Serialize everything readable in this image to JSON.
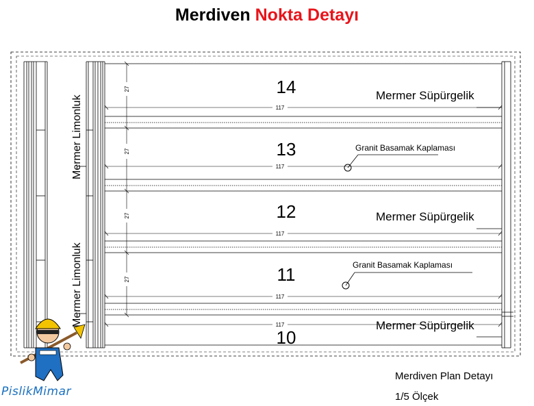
{
  "title": {
    "part1": "Merdiven",
    "part2": "Nokta Detayı"
  },
  "colors": {
    "accent": "#e8141b",
    "line": "#000000",
    "logo": "#1a70c0"
  },
  "steps": [
    {
      "number": "14",
      "dimension_width": "117",
      "dimension_rise": "27"
    },
    {
      "number": "13",
      "dimension_width": "117",
      "dimension_rise": "27"
    },
    {
      "number": "12",
      "dimension_width": "117",
      "dimension_rise": "27"
    },
    {
      "number": "11",
      "dimension_width": "117",
      "dimension_rise": "27"
    },
    {
      "number": "10",
      "dimension_width": "117"
    }
  ],
  "labels": {
    "skirting": "Mermer Süpürgelik",
    "tread_cover": "Granit Basamak Kaplaması",
    "stringer": "Mermer Limonluk"
  },
  "captions": {
    "plan": "Merdiven Plan Detayı",
    "scale": "1/5 Ölçek"
  },
  "logo": {
    "text": "PislikMimar",
    "icon": "worker-mascot-icon"
  }
}
